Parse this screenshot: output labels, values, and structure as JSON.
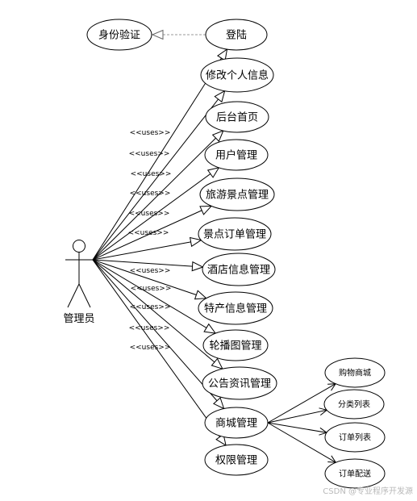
{
  "diagram": {
    "actor": {
      "name": "管理员"
    },
    "include_target": {
      "label": "身份验证"
    },
    "use_cases": [
      {
        "id": "login",
        "label": "登陆"
      },
      {
        "id": "edit-profile",
        "label": "修改个人信息"
      },
      {
        "id": "admin-home",
        "label": "后台首页"
      },
      {
        "id": "user-mgmt",
        "label": "用户管理"
      },
      {
        "id": "scenic-mgmt",
        "label": "旅游景点管理"
      },
      {
        "id": "scenic-order-mgmt",
        "label": "景点订单管理"
      },
      {
        "id": "hotel-mgmt",
        "label": "酒店信息管理"
      },
      {
        "id": "specialty-mgmt",
        "label": "特产信息管理"
      },
      {
        "id": "carousel-mgmt",
        "label": "轮播图管理"
      },
      {
        "id": "news-mgmt",
        "label": "公告资讯管理"
      },
      {
        "id": "mall-mgmt",
        "label": "商城管理"
      },
      {
        "id": "permission-mgmt",
        "label": "权限管理"
      }
    ],
    "mall_sub_cases": [
      {
        "id": "shopping-mall",
        "label": "购物商城"
      },
      {
        "id": "category-list",
        "label": "分类列表"
      },
      {
        "id": "order-list",
        "label": "订单列表"
      },
      {
        "id": "order-delivery",
        "label": "订单配送"
      }
    ],
    "uses_labels": [
      "<<uses>>",
      "<<uses>>",
      "<<uses>>",
      "<<uses>>",
      "<<uses>>",
      "<<uses>>",
      "<<uses>>",
      "<<uses>>",
      "<<uses>>",
      "<<uses>>",
      "<<uses>>"
    ],
    "watermark": "CSDN @专业程序开发源"
  }
}
